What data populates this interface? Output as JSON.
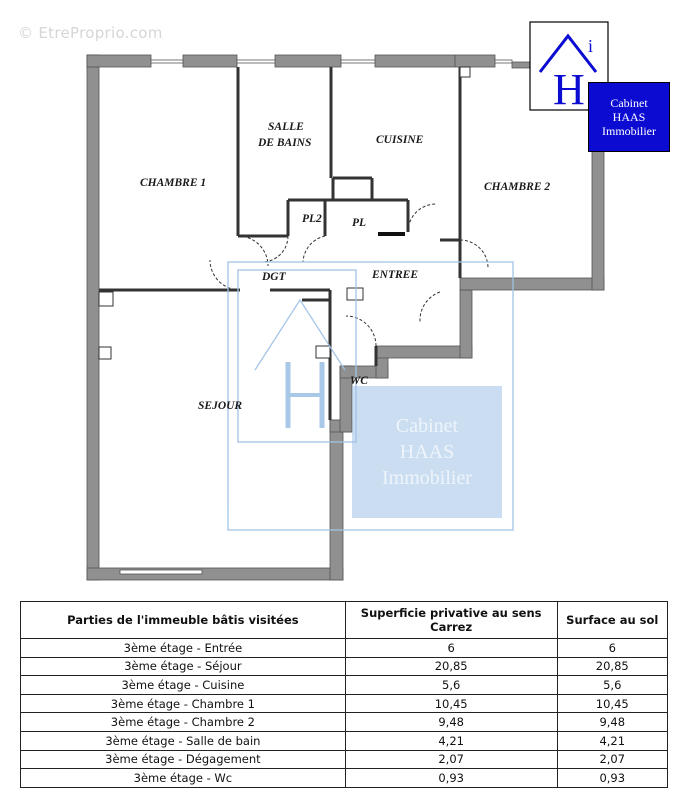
{
  "watermark": "© EtreProprio.com",
  "logo": {
    "letters": "Hi",
    "lines": [
      "Cabinet",
      "HAAS",
      "Immobilier"
    ]
  },
  "rooms": {
    "chambre1": "CHAMBRE 1",
    "salle_de_bains_line1": "SALLE",
    "salle_de_bains_line2": "DE BAINS",
    "cuisine": "CUISINE",
    "chambre2": "CHAMBRE 2",
    "pl2": "PL2",
    "pl": "PL",
    "dgt": "DGT",
    "entree": "ENTREE",
    "wc": "WC",
    "sejour": "SEJOUR"
  },
  "colors": {
    "wall": "#909090",
    "logo_blue": "#0b0bd2",
    "watermark_blue": "#a0c3e6"
  },
  "table": {
    "headers": [
      "Parties de l'immeuble bâtis visitées",
      "Superficie privative au sens Carrez",
      "Surface au sol"
    ],
    "rows": [
      [
        "3ème étage - Entrée",
        "6",
        "6"
      ],
      [
        "3ème étage - Séjour",
        "20,85",
        "20,85"
      ],
      [
        "3ème étage - Cuisine",
        "5,6",
        "5,6"
      ],
      [
        "3ème étage - Chambre 1",
        "10,45",
        "10,45"
      ],
      [
        "3ème étage - Chambre 2",
        "9,48",
        "9,48"
      ],
      [
        "3ème étage - Salle de bain",
        "4,21",
        "4,21"
      ],
      [
        "3ème étage - Dégagement",
        "2,07",
        "2,07"
      ],
      [
        "3ème étage - Wc",
        "0,93",
        "0,93"
      ]
    ]
  }
}
